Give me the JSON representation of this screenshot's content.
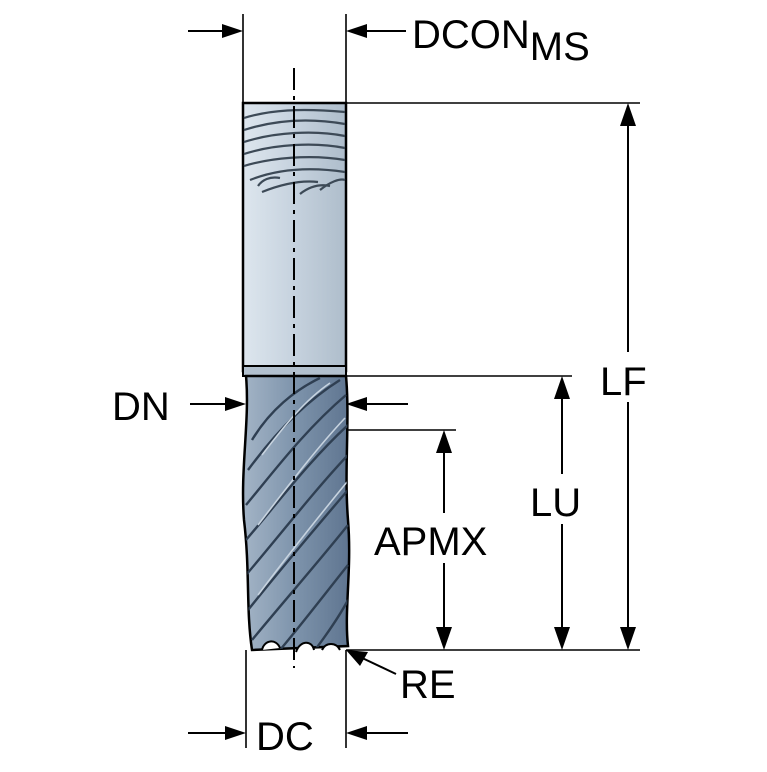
{
  "labels": {
    "dcon_main": "DCON",
    "dcon_sub": "MS",
    "lf": "LF",
    "lu": "LU",
    "apmx": "APMX",
    "dn": "DN",
    "re": "RE",
    "dc": "DC"
  },
  "colors": {
    "shank": "#c8d4e0",
    "flute_body": "#7e95ad",
    "flute_dark": "#4e6580",
    "line": "#000000",
    "background": "#ffffff"
  },
  "icons": {
    "arrow": "arrowhead",
    "centerline": "dash-dot-centerline"
  }
}
